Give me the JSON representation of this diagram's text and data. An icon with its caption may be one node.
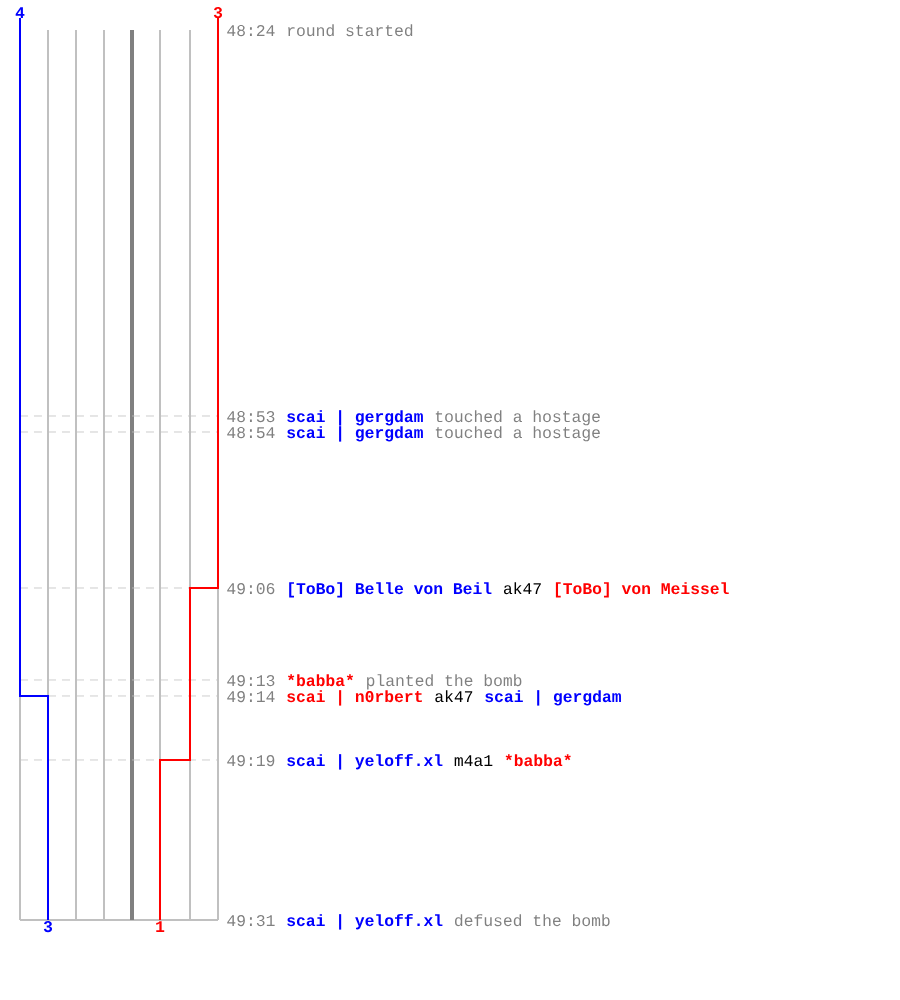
{
  "diagram": {
    "labels": [
      "4",
      "3",
      "48:24",
      "round started",
      "48:53",
      "scai | gergdam",
      "touched a hostage",
      "48:54",
      "scai | gergdam",
      "touched a hostage",
      "49:06",
      "[ToBo] Belle von Beil",
      "ak47",
      "[ToBo] von Meissel",
      "49:13",
      "*babba*",
      "planted the bomb",
      "49:14",
      "scai | n0rbert",
      "ak47",
      "scai | gergdam",
      "49:19",
      "scai | yeloff.xl",
      "m4a1",
      "*babba*",
      "49:31",
      "scai | yeloff.xl",
      "defused the bomb",
      "3",
      "1"
    ]
  }
}
